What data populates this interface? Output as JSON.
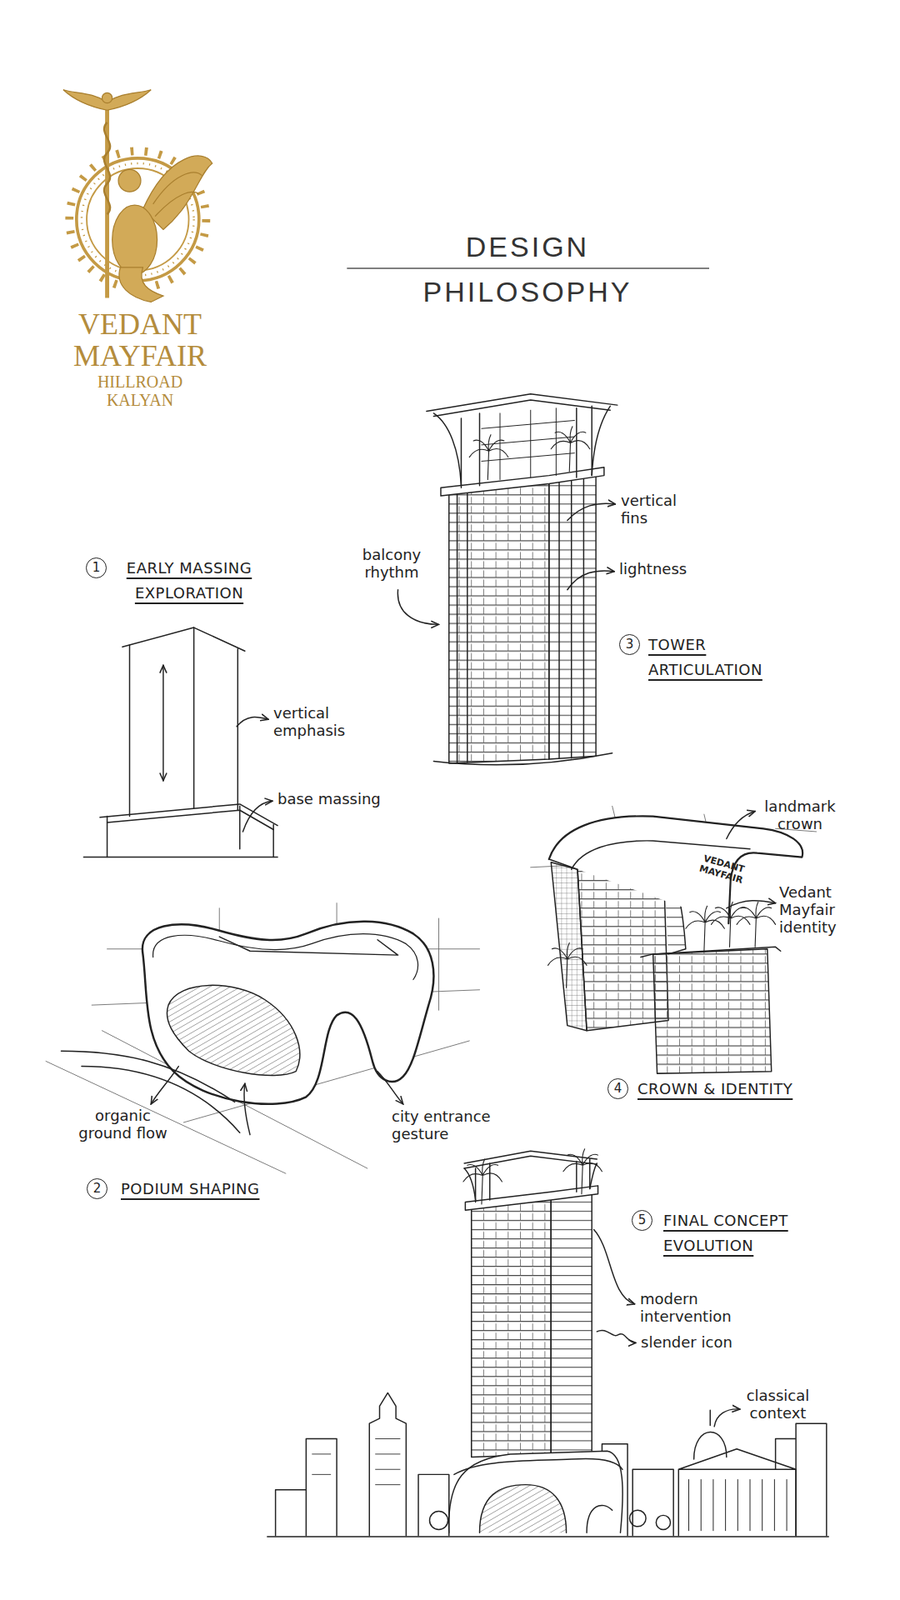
{
  "diagram": {
    "title": "DESIGN PHILOSOPHY",
    "labels": [
      "VEDANT MAYFAIR",
      "HILLROAD KALYAN",
      "1",
      "EARLY MASSING EXPLORATION",
      "vertical emphasis",
      "base massing",
      "balcony rhythm",
      "vertical fins",
      "lightness",
      "3",
      "TOWER ARTICULATION",
      "landmark crown",
      "VEDANT MAYFAIR",
      "Vedant Mayfair identity",
      "4",
      "CROWN & IDENTITY",
      "organic ground flow",
      "city entrance gesture",
      "2",
      "PODIUM SHAPING",
      "5",
      "FINAL CONCEPT EVOLUTION",
      "modern intervention",
      "slender icon",
      "classical context"
    ]
  }
}
